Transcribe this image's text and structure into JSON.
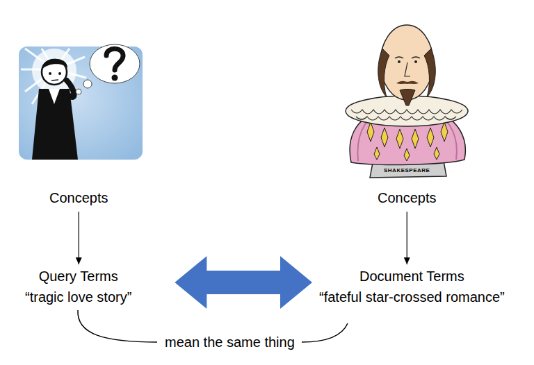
{
  "diagram": {
    "nodes": [
      {
        "text": [
          "Concepts"
        ]
      },
      {
        "text": [
          "Concepts"
        ]
      },
      {
        "text": [
          "Query Terms",
          "“tragic love story”"
        ]
      },
      {
        "text": [
          "Document Terms",
          "“fateful star-crossed romance”"
        ]
      }
    ],
    "edges": [
      {
        "from": 0,
        "to": 2,
        "arrow": "to"
      },
      {
        "from": 1,
        "to": 3,
        "arrow": "to"
      },
      {
        "from": 2,
        "to": 3,
        "arrow": "both"
      }
    ],
    "labels": [
      "SHAKESPEARE",
      "mean the same thing"
    ]
  }
}
